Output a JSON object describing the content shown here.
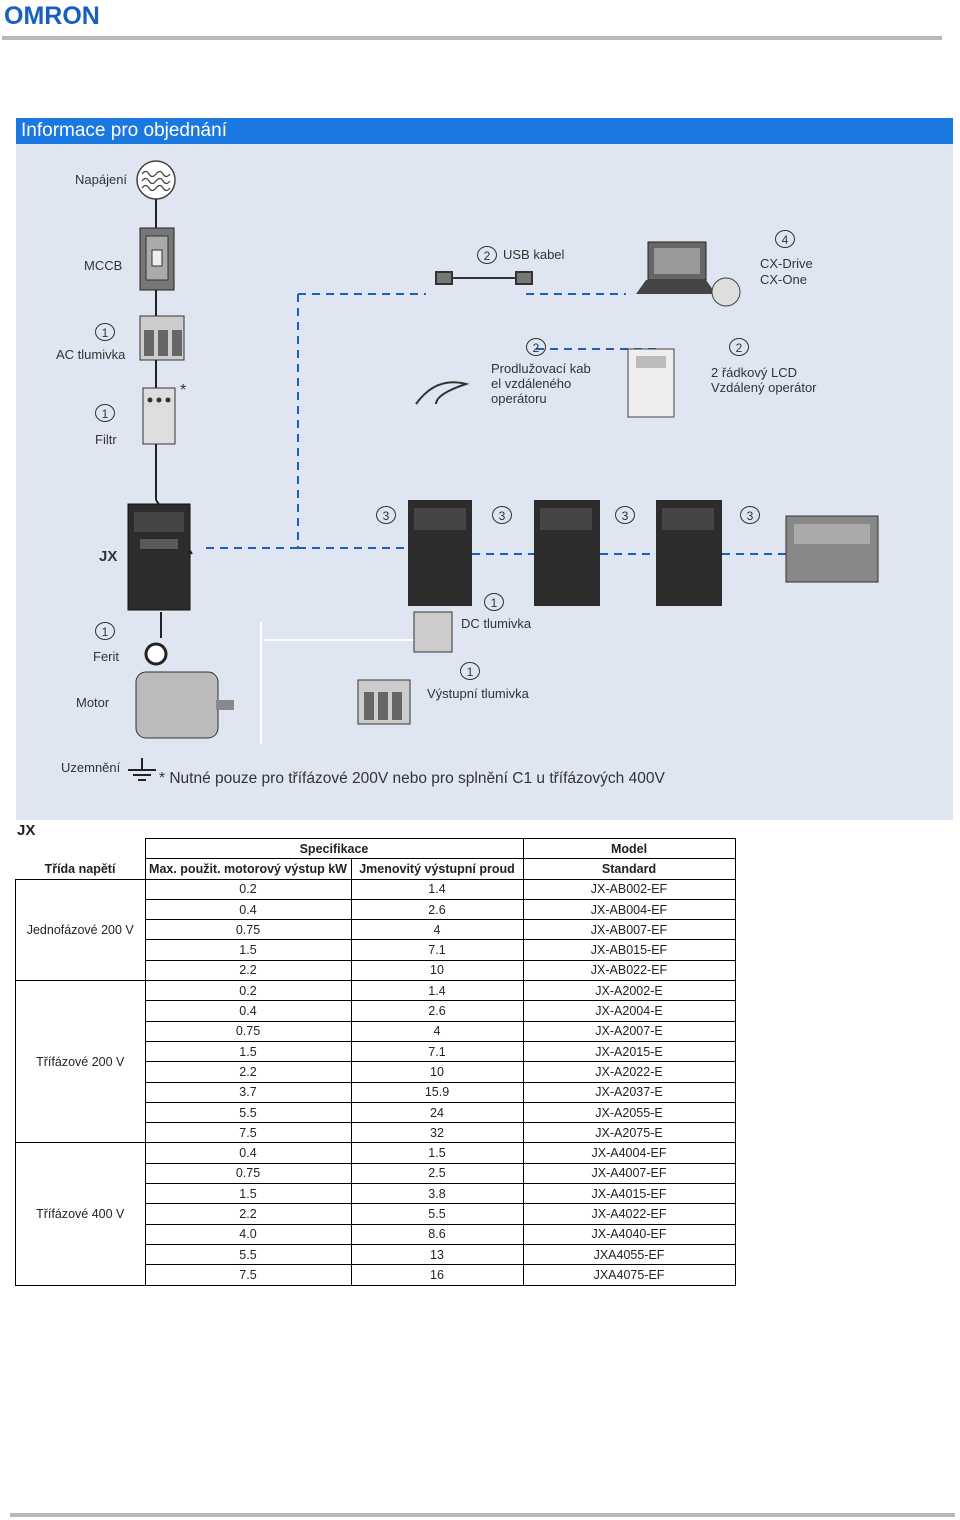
{
  "header": {
    "logo": "OMRON"
  },
  "section_title": "Informace pro objednání",
  "diagram": {
    "labels": {
      "napajeni": "Napájení",
      "mccb": "MCCB",
      "ac_tlumivka": "AC tlumivka",
      "filtr": "Filtr",
      "jx": "JX",
      "ferit": "Ferit",
      "motor": "Motor",
      "uzemneni": "Uzemnění",
      "usb": "USB kabel",
      "cx": "CX-Drive",
      "cx2": "CX-One",
      "prodl1": "Prodlužovací kab",
      "prodl2": "el vzdáleného",
      "prodl3": "operátoru",
      "lcd1": "2 řádkový LCD",
      "lcd2": "Vzdálený operátor",
      "dc": "DC tlumivka",
      "vyst": "Výstupní tlumivka",
      "asterisk": "*",
      "note": "* Nutné pouze pro třífázové 200V nebo pro splnění C1 u třífázových 400V"
    },
    "numbers": {
      "n1": "1",
      "n2": "2",
      "n3": "3",
      "n4": "4"
    }
  },
  "table_title": "JX",
  "table": {
    "h_spec": "Specifikace",
    "h_model": "Model",
    "h_class": "Třída napětí",
    "h_output": "Max. použit. motorový výstup kW",
    "h_current": "Jmenovitý výstupní proud",
    "h_standard": "Standard",
    "groups": [
      {
        "name": "Jednofázové 200 V",
        "rows": [
          [
            "0.2",
            "1.4",
            "JX-AB002-EF"
          ],
          [
            "0.4",
            "2.6",
            "JX-AB004-EF"
          ],
          [
            "0.75",
            "4",
            "JX-AB007-EF"
          ],
          [
            "1.5",
            "7.1",
            "JX-AB015-EF"
          ],
          [
            "2.2",
            "10",
            "JX-AB022-EF"
          ]
        ]
      },
      {
        "name": "Třífázové 200 V",
        "rows": [
          [
            "0.2",
            "1.4",
            "JX-A2002-E"
          ],
          [
            "0.4",
            "2.6",
            "JX-A2004-E"
          ],
          [
            "0.75",
            "4",
            "JX-A2007-E"
          ],
          [
            "1.5",
            "7.1",
            "JX-A2015-E"
          ],
          [
            "2.2",
            "10",
            "JX-A2022-E"
          ],
          [
            "3.7",
            "15.9",
            "JX-A2037-E"
          ],
          [
            "5.5",
            "24",
            "JX-A2055-E"
          ],
          [
            "7.5",
            "32",
            "JX-A2075-E"
          ]
        ]
      },
      {
        "name": "Třífázové 400 V",
        "rows": [
          [
            "0.4",
            "1.5",
            "JX-A4004-EF"
          ],
          [
            "0.75",
            "2.5",
            "JX-A4007-EF"
          ],
          [
            "1.5",
            "3.8",
            "JX-A4015-EF"
          ],
          [
            "2.2",
            "5.5",
            "JX-A4022-EF"
          ],
          [
            "4.0",
            "8.6",
            "JX-A4040-EF"
          ],
          [
            "5.5",
            "13",
            "JXA4055-EF"
          ],
          [
            "7.5",
            "16",
            "JXA4075-EF"
          ]
        ]
      }
    ]
  }
}
